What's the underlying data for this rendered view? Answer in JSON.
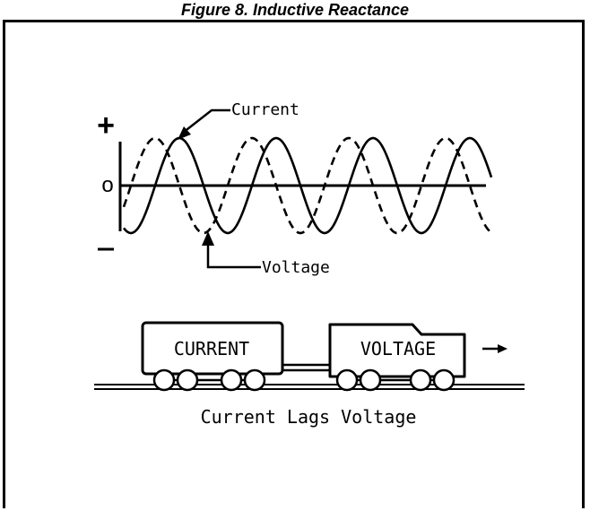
{
  "figure": {
    "title": "Figure 8. Inductive Reactance",
    "axis": {
      "plus": "+",
      "zero": "o",
      "minus": "–"
    },
    "labels": {
      "current_wave": "Current",
      "voltage_wave": "Voltage"
    },
    "train": {
      "rear_car": "CURRENT",
      "front_car": "VOLTAGE",
      "direction_arrow": "→"
    },
    "caption": "Current Lags Voltage"
  }
}
